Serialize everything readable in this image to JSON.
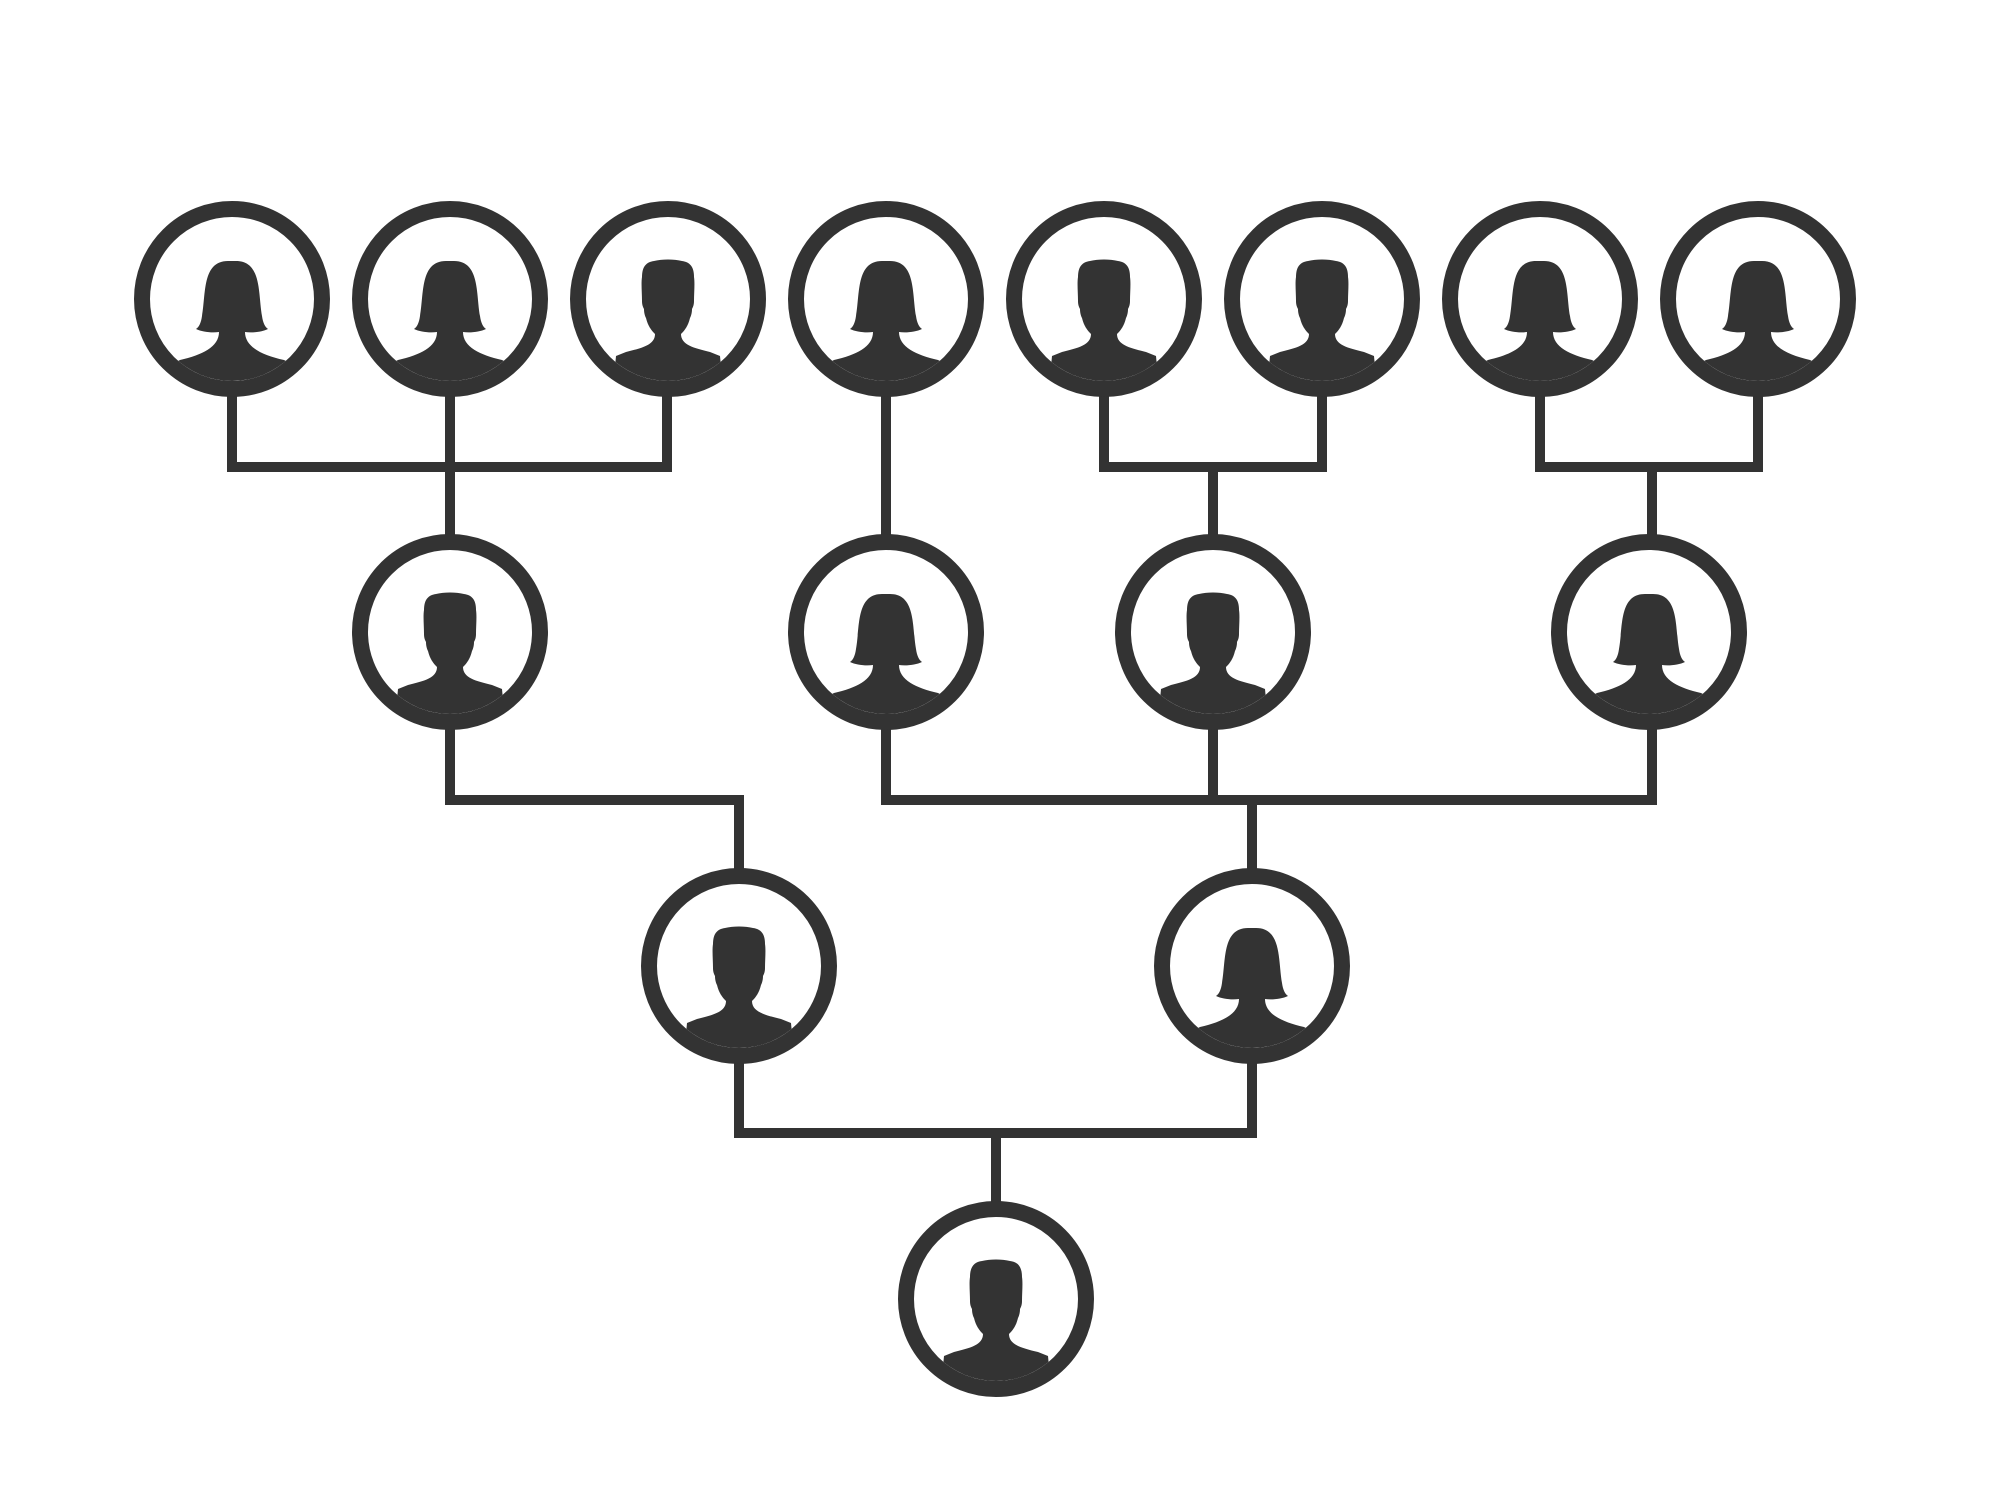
{
  "colors": {
    "ink": "#333333",
    "background": "#ffffff"
  },
  "nodes": [
    {
      "id": "g1",
      "gender": "female",
      "icon": "female-avatar-icon"
    },
    {
      "id": "g2",
      "gender": "female",
      "icon": "female-avatar-icon"
    },
    {
      "id": "g3",
      "gender": "male",
      "icon": "male-avatar-icon"
    },
    {
      "id": "g4",
      "gender": "female",
      "icon": "female-avatar-icon"
    },
    {
      "id": "g5",
      "gender": "male",
      "icon": "male-avatar-icon"
    },
    {
      "id": "g6",
      "gender": "male",
      "icon": "male-avatar-icon"
    },
    {
      "id": "g7",
      "gender": "female",
      "icon": "female-avatar-icon"
    },
    {
      "id": "g8",
      "gender": "female",
      "icon": "female-avatar-icon"
    },
    {
      "id": "p1",
      "gender": "male",
      "icon": "male-avatar-icon"
    },
    {
      "id": "p2",
      "gender": "female",
      "icon": "female-avatar-icon"
    },
    {
      "id": "p3",
      "gender": "male",
      "icon": "male-avatar-icon"
    },
    {
      "id": "p4",
      "gender": "female",
      "icon": "female-avatar-icon"
    },
    {
      "id": "c1",
      "gender": "male",
      "icon": "male-avatar-icon"
    },
    {
      "id": "c2",
      "gender": "female",
      "icon": "female-avatar-icon"
    },
    {
      "id": "root",
      "gender": "male",
      "icon": "male-avatar-icon"
    }
  ],
  "links": [
    {
      "children": [
        "g1",
        "g2",
        "g3"
      ],
      "parent": "p1"
    },
    {
      "children": [
        "g4"
      ],
      "parent": "p2"
    },
    {
      "children": [
        "g5",
        "g6"
      ],
      "parent": "p3"
    },
    {
      "children": [
        "g7",
        "g8"
      ],
      "parent": "p4"
    },
    {
      "children": [
        "p1"
      ],
      "parent": "c1"
    },
    {
      "children": [
        "p2",
        "p3",
        "p4"
      ],
      "parent": "c2"
    },
    {
      "children": [
        "c1",
        "c2"
      ],
      "parent": "root"
    }
  ]
}
